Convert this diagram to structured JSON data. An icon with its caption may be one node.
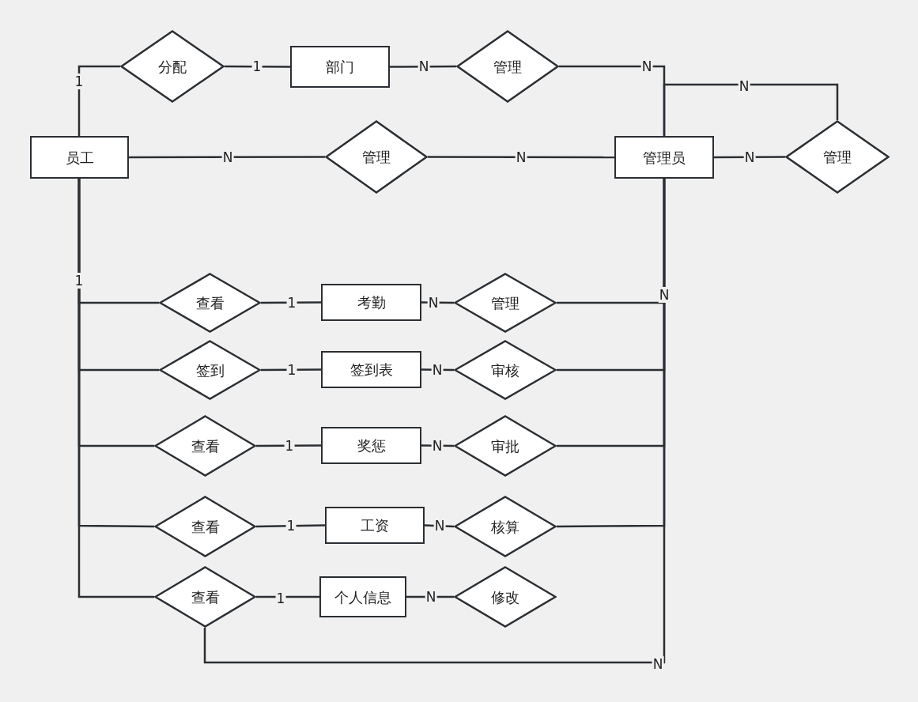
{
  "diagram": {
    "nodes": [
      {
        "text": [
          "分配"
        ]
      },
      {
        "text": [
          "部门"
        ]
      },
      {
        "text": [
          "管理"
        ]
      },
      {
        "text": [
          "员工"
        ]
      },
      {
        "text": [
          "管理"
        ]
      },
      {
        "text": [
          "管理员"
        ]
      },
      {
        "text": [
          "管理"
        ]
      },
      {
        "text": [
          "查看"
        ]
      },
      {
        "text": [
          "考勤"
        ]
      },
      {
        "text": [
          "管理"
        ]
      },
      {
        "text": [
          "签到"
        ]
      },
      {
        "text": [
          "签到表"
        ]
      },
      {
        "text": [
          "审核"
        ]
      },
      {
        "text": [
          "查看"
        ]
      },
      {
        "text": [
          "奖惩"
        ]
      },
      {
        "text": [
          "审批"
        ]
      },
      {
        "text": [
          "查看"
        ]
      },
      {
        "text": [
          "工资"
        ]
      },
      {
        "text": [
          "核算"
        ]
      },
      {
        "text": [
          "查看"
        ]
      },
      {
        "text": [
          "个人信息"
        ]
      },
      {
        "text": [
          "修改"
        ]
      }
    ],
    "edges": [
      {
        "from": 3,
        "to": 0,
        "arrow": "none",
        "label": "1"
      },
      {
        "from": 0,
        "to": 1,
        "arrow": "none",
        "label": "1"
      },
      {
        "from": 1,
        "to": 2,
        "arrow": "none",
        "label": "N"
      },
      {
        "from": 2,
        "to": 5,
        "arrow": "none",
        "label": "N"
      },
      {
        "from": 5,
        "to": 6,
        "arrow": "none",
        "label": "N"
      },
      {
        "from": 5,
        "to": 6,
        "arrow": "none",
        "label": "N"
      },
      {
        "from": 3,
        "to": 4,
        "arrow": "none",
        "label": "N"
      },
      {
        "from": 4,
        "to": 5,
        "arrow": "none",
        "label": "N"
      },
      {
        "from": 3,
        "to": 7,
        "arrow": "none",
        "label": "1"
      },
      {
        "from": 7,
        "to": 8,
        "arrow": "none",
        "label": "1"
      },
      {
        "from": 8,
        "to": 9,
        "arrow": "none",
        "label": "N"
      },
      {
        "from": 9,
        "to": 5,
        "arrow": "none",
        "label": "N"
      },
      {
        "from": 3,
        "to": 10,
        "arrow": "none"
      },
      {
        "from": 10,
        "to": 11,
        "arrow": "none",
        "label": "1"
      },
      {
        "from": 11,
        "to": 12,
        "arrow": "none",
        "label": "N"
      },
      {
        "from": 12,
        "to": 5,
        "arrow": "none"
      },
      {
        "from": 3,
        "to": 13,
        "arrow": "none"
      },
      {
        "from": 13,
        "to": 14,
        "arrow": "none",
        "label": "1"
      },
      {
        "from": 14,
        "to": 15,
        "arrow": "none",
        "label": "N"
      },
      {
        "from": 15,
        "to": 5,
        "arrow": "none"
      },
      {
        "from": 3,
        "to": 16,
        "arrow": "none"
      },
      {
        "from": 16,
        "to": 17,
        "arrow": "none",
        "label": "1"
      },
      {
        "from": 17,
        "to": 18,
        "arrow": "none",
        "label": "N"
      },
      {
        "from": 18,
        "to": 5,
        "arrow": "none"
      },
      {
        "from": 3,
        "to": 19,
        "arrow": "none"
      },
      {
        "from": 19,
        "to": 20,
        "arrow": "none",
        "label": "1"
      },
      {
        "from": 20,
        "to": 21,
        "arrow": "none",
        "label": "N"
      },
      {
        "from": 19,
        "to": 5,
        "arrow": "none",
        "label": "N"
      }
    ]
  }
}
